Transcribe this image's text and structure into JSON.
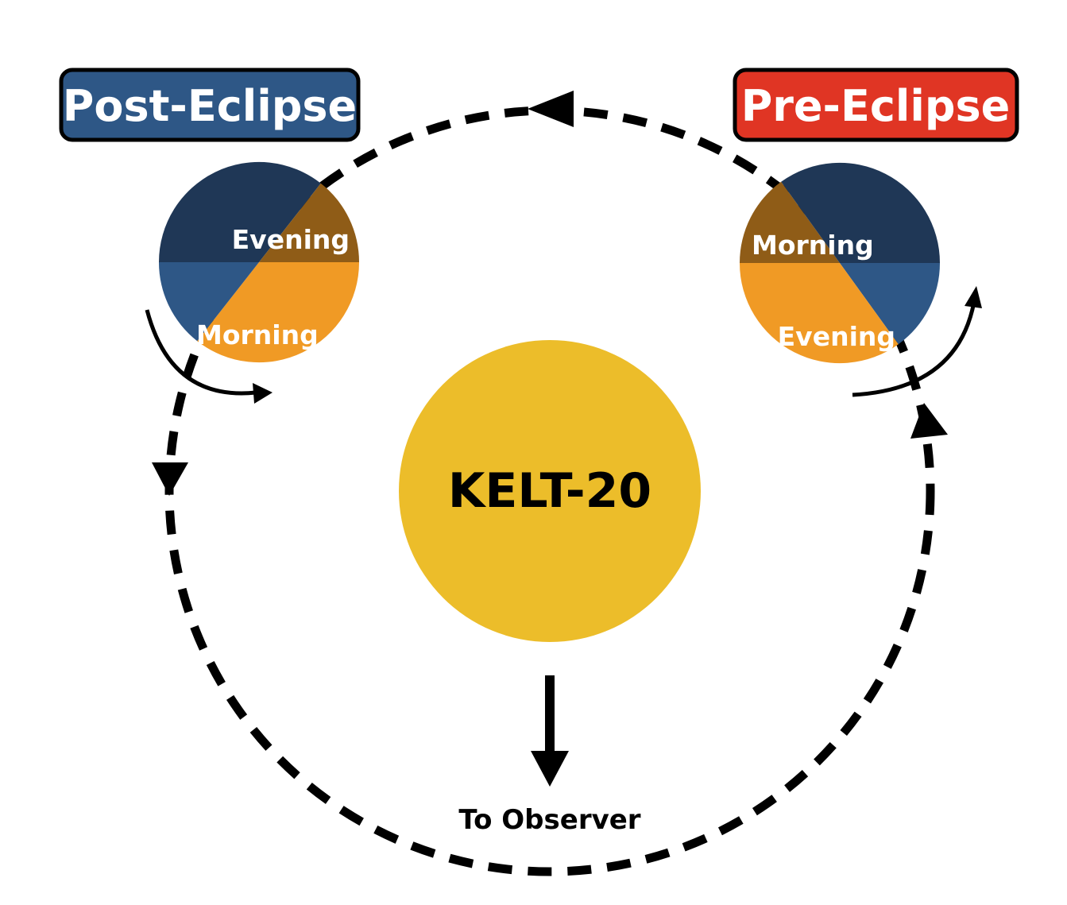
{
  "labels": {
    "post_eclipse": "Post-Eclipse",
    "pre_eclipse": "Pre-Eclipse",
    "star": "KELT-20",
    "observer": "To Observer"
  },
  "post_planet": {
    "evening": "Evening",
    "morning": "Morning"
  },
  "pre_planet": {
    "morning": "Morning",
    "evening": "Evening"
  },
  "colors": {
    "post_box": "#2e5786",
    "pre_box": "#e03524",
    "star": "#ecbd2a",
    "night_dark": "#1f3756",
    "night_blue": "#2e5786",
    "day_orange": "#f09a25",
    "day_brown": "#8f5c17"
  }
}
